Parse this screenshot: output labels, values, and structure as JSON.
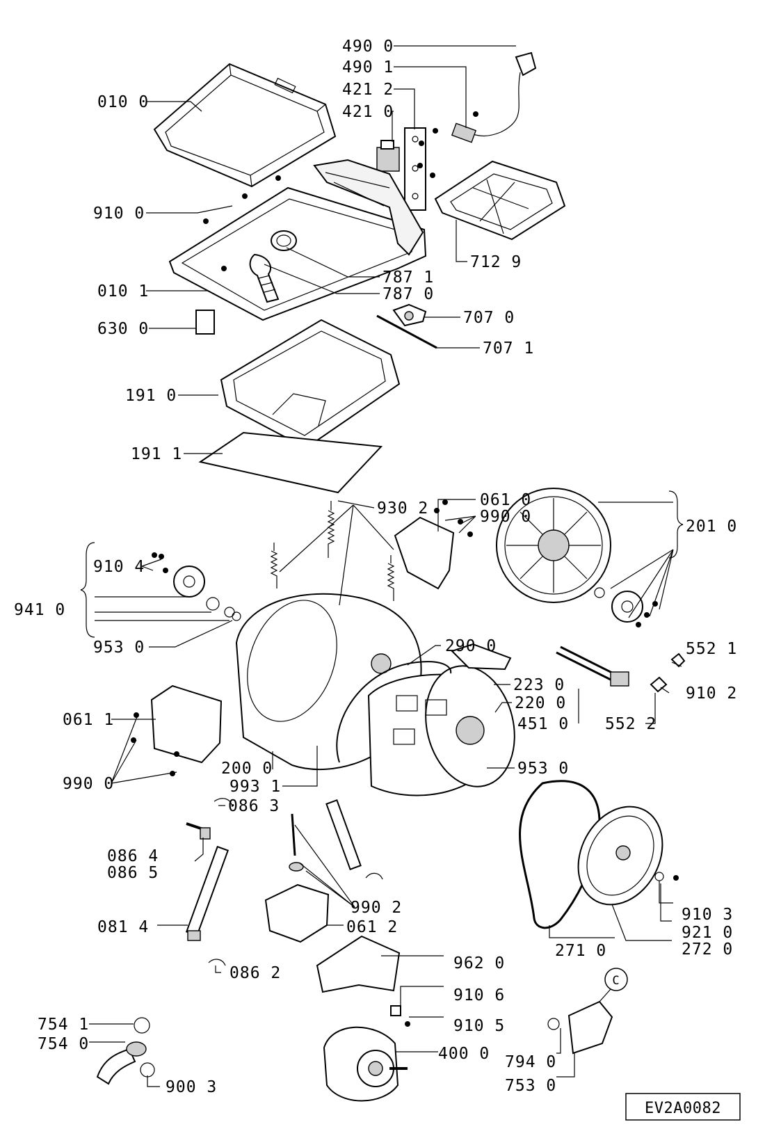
{
  "labels": {
    "l4900": "490 0",
    "l4901": "490 1",
    "l4212": "421 2",
    "l4210": "421 0",
    "l0100": "010 0",
    "l9100": "910 0",
    "l7129": "712 9",
    "l7871": "787 1",
    "l7870": "787 0",
    "l0101": "010 1",
    "l6300": "630 0",
    "l7070": "707 0",
    "l7071": "707 1",
    "l1910": "191 0",
    "l1911": "191 1",
    "l0610": "061 0",
    "l9302": "930 2",
    "l9900a": "990 0",
    "l2010": "201 0",
    "l9104": "910 4",
    "l9410": "941 0",
    "l9530a": "953 0",
    "l2900": "290 0",
    "l5521": "552 1",
    "l2230": "223 0",
    "l9102": "910 2",
    "l2200": "220 0",
    "l4510": "451 0",
    "l5522": "552 2",
    "l0611": "061 1",
    "l9900b": "990 0",
    "l2000": "200 0",
    "l9530b": "953 0",
    "l9931": "993 1",
    "l0863": "086 3",
    "l0864": "086 4",
    "l0865": "086 5",
    "l9902": "990 2",
    "l0612": "061 2",
    "l0814": "081 4",
    "l9103": "910 3",
    "l9210": "921 0",
    "l2710": "271 0",
    "l2720": "272 0",
    "l0862": "086 2",
    "l9620": "962 0",
    "l9106": "910 6",
    "l9105": "910 5",
    "l7541": "754 1",
    "l7540": "754 0",
    "l4000": "400 0",
    "l7940": "794 0",
    "l9003": "900 3",
    "l7530": "753 0"
  },
  "callout_c": "C",
  "reference_code": "EV2A0082"
}
